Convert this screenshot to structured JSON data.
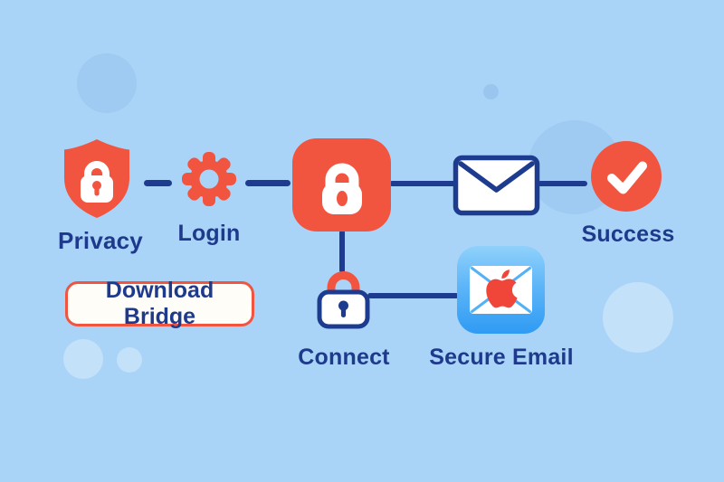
{
  "illustration": {
    "theme": "email-privacy-bridge-flow",
    "labels": {
      "privacy": "Privacy",
      "login": "Login",
      "success": "Success",
      "connect": "Connect",
      "secure_email": "Secure Email"
    },
    "button": {
      "label": "Download Bridge"
    },
    "icons": {
      "privacy": "shield-lock-icon",
      "login": "gear-icon",
      "encryption": "lock-icon",
      "mail": "envelope-icon",
      "success": "check-icon",
      "connect": "padlock-icon",
      "secure_email": "apple-mail-icon"
    },
    "colors": {
      "background": "#aad4f7",
      "accent_red": "#f15540",
      "navy": "#1e3a8c",
      "line_navy": "#1e3c8f",
      "white": "#ffffff",
      "mail_gradient_top": "#90d1fb",
      "mail_gradient_bottom": "#2f9bf3",
      "mail_fold_blue": "#53b1f6"
    }
  }
}
